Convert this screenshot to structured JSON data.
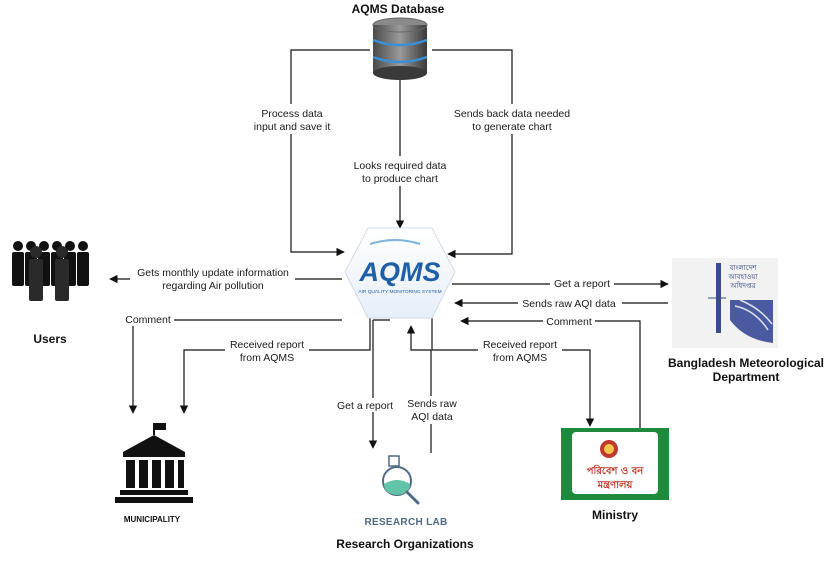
{
  "nodes": {
    "database": "AQMS Database",
    "aqms_logo": "AQMS",
    "aqms_tagline": "AIR QUALITY MONITORING SYSTEM",
    "users": "Users",
    "bmd_line1": "Bangladesh Meteorological",
    "bmd_line2": "Department",
    "bmd_logo_text_line1": "বাংলাদেশ",
    "bmd_logo_text_line2": "আবহাওয়া",
    "bmd_logo_text_line3": "অধিদপ্তর",
    "municipality": "MUNICIPALITY",
    "research_logo": "RESEARCH LAB",
    "research": "Research Organizations",
    "ministry": "Ministry",
    "ministry_logo_line1": "পরিবেশ ও বন",
    "ministry_logo_line2": "মন্ত্রণালয়"
  },
  "edges": {
    "process_1": "Process data",
    "process_2": "input and save it",
    "sends_back_1": "Sends back data needed",
    "sends_back_2": "to generate chart",
    "looks_1": "Looks required data",
    "looks_2": "to produce chart",
    "users_info_1": "Gets monthly update information",
    "users_info_2": "regarding Air pollution",
    "comment_left": "Comment",
    "received_left_1": "Received report",
    "received_left_2": "from AQMS",
    "get_report_research": "Get a report",
    "sends_raw_research_1": "Sends raw",
    "sends_raw_research_2": "AQI data",
    "received_right_1": "Received report",
    "received_right_2": "from AQMS",
    "get_report_bmd": "Get a report",
    "sends_raw_bmd": "Sends raw AQI data",
    "comment_right": "Comment"
  },
  "colors": {
    "aqms_blue": "#1f5fa8",
    "ministry_green": "#1e8a3c",
    "database_blue": "#3a8fd6"
  }
}
